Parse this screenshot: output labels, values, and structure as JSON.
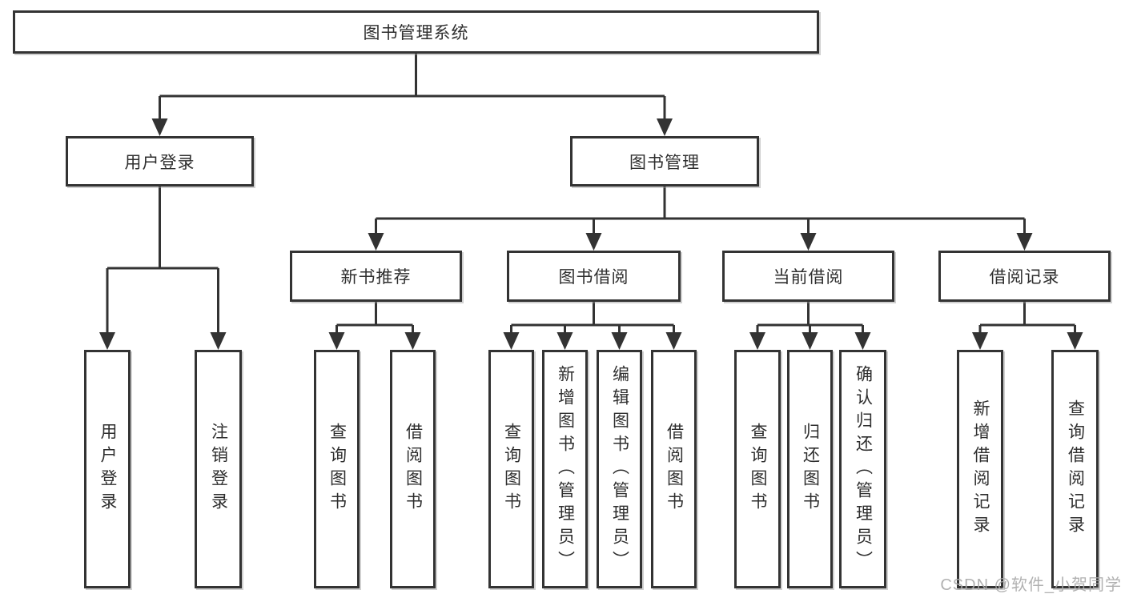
{
  "diagram_type": "hierarchy-tree",
  "tree": {
    "label": "图书管理系统",
    "children": [
      {
        "label": "用户登录",
        "children": [
          {
            "label": "用户登录"
          },
          {
            "label": "注销登录"
          }
        ]
      },
      {
        "label": "图书管理",
        "children": [
          {
            "label": "新书推荐",
            "children": [
              {
                "label": "查询图书"
              },
              {
                "label": "借阅图书"
              }
            ]
          },
          {
            "label": "图书借阅",
            "children": [
              {
                "label": "查询图书"
              },
              {
                "label": "新增图书（管理员）"
              },
              {
                "label": "编辑图书（管理员）"
              },
              {
                "label": "借阅图书"
              }
            ]
          },
          {
            "label": "当前借阅",
            "children": [
              {
                "label": "查询图书"
              },
              {
                "label": "归还图书"
              },
              {
                "label": "确认归还（管理员）"
              }
            ]
          },
          {
            "label": "借阅记录",
            "children": [
              {
                "label": "新增借阅记录"
              },
              {
                "label": "查询借阅记录"
              }
            ]
          }
        ]
      }
    ]
  },
  "watermark": {
    "text": "CSDN @软件_小贺同学"
  },
  "colors": {
    "line": "#333333",
    "box_border": "#333333",
    "box_fill": "#ffffff",
    "text": "#2e2e2e",
    "watermark": "#a8a8a8",
    "background": "#ffffff"
  }
}
